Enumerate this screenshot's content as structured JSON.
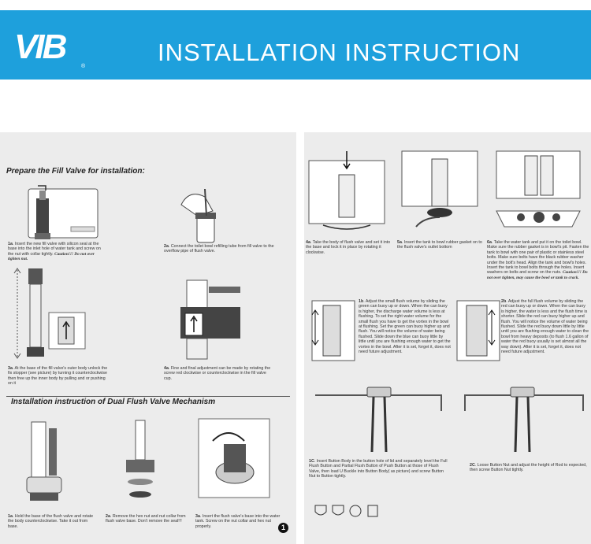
{
  "banner": {
    "logo": "VIB",
    "logo_mark": "®",
    "title": "INSTALLATION INSTRUCTION"
  },
  "left": {
    "section1_title": "Prepare the Fill Valve for installation:",
    "step1a": {
      "num": "1a",
      "text": ". Insert the new fill valve with silicon seal at the base into the inlet hole of water tank and screw on the nut with collar tightly.",
      "warning": "Caution!!! Do not over tighten nut."
    },
    "step2a": {
      "num": "2a",
      "text": ". Connect the toilet bowl refilling tube from fill valve to the overflow pipe of flush valve."
    },
    "step3a": {
      "num": "3a",
      "text": ". At the base of the fill valve's outer body unlock the fix stopper (see picture) by turning it counterclockwise then free up the inner body by pulling and or pushing on it"
    },
    "step4a": {
      "num": "4a",
      "text": ". Fine and final adjustment can be made by rotating the screw red clockwise or counterclockwise in the fill valve cup."
    },
    "section2_title": "Installation instruction of Dual Flush Valve Mechanism",
    "step1a_dual": {
      "num": "1a",
      "text": ". Hold the base of the flush valve and rotate the body counterclockwise. Take it out from base."
    },
    "step2a_dual": {
      "num": "2a",
      "text": ". Remove the hex nut and nut collar from flush valve base. Don't remove the seal!!!"
    },
    "step3a_dual": {
      "num": "3a",
      "text": ". Insert the flush valve's base into the water tank. Screw on the nut collar and hex nut properly."
    }
  },
  "right": {
    "step4a": {
      "num": "4a",
      "text": ". Take the body of flush valve and set it into the base and lock it in place by rotating it clockwise."
    },
    "step5a": {
      "num": "5a",
      "text": ". Insert the tank to bowl rubber gasket on to the flush valve's outlet bottom"
    },
    "step6a": {
      "num": "6a",
      "text": ". Take the water tank and put it on the toilet bowl. Make sure the rubber gasket is in bowl's pit. Fasten the tank to bowl with one pair of plastic or stainless steel bolts. Make sure bolts have the black rubber washer under the bolt's head. Align the tank and bowl's holes. Insert the tank to bowl bolts through the holes. Insert washers on bolts and screw on the nuts.",
      "warning": "Caution!!! Do not over tighten, may cause the bowl or tank to crack."
    },
    "step1b": {
      "num": "1b",
      "text": ". Adjust the small flush volume by sliding the green can buoy up or down. When the can buoy is higher, the discharge water volume is less at flushing. To set the right water volume for the small flush you have to get the vortex in the bowl at flushing. Set the green can buoy higher up and flush. You will notice the volume of water being flushed. Slide down the blue can buoy little by little until you are flushing enough water to get the vortex in the bowl. After it is set, forget it, does not need future adjustment."
    },
    "step2b": {
      "num": "2b",
      "text": ". Adjust the full flush volume by sliding the red can buoy up or down. When the can buoy is higher, the water is less and the flush time is shorter. Slide the red can buoy higher up and flush. You will notice the volume of water being flushed. Slide the red buoy down little by little until you are flushing enough water to clean the bowl from heavy deposits (to flush 1.6 gallon of water the red buoy usually is set almost all the way down). After it is set, forget it, does not need future adjustment."
    },
    "step1c": {
      "num": "1C",
      "text": ". Insert Button Body in the button hole of lid and separately level the Full Flush Button and Partial Flush Button of Push Button at those of Flush Valve, then load U Buckle into Button Body( as picture) and screw Button Nut to Button tightly."
    },
    "step2c": {
      "num": "2C",
      "text": ". Loose Button Nut and adjust the height of Rod to expected, then screw Button Nut tightly."
    }
  },
  "page_number": "1"
}
